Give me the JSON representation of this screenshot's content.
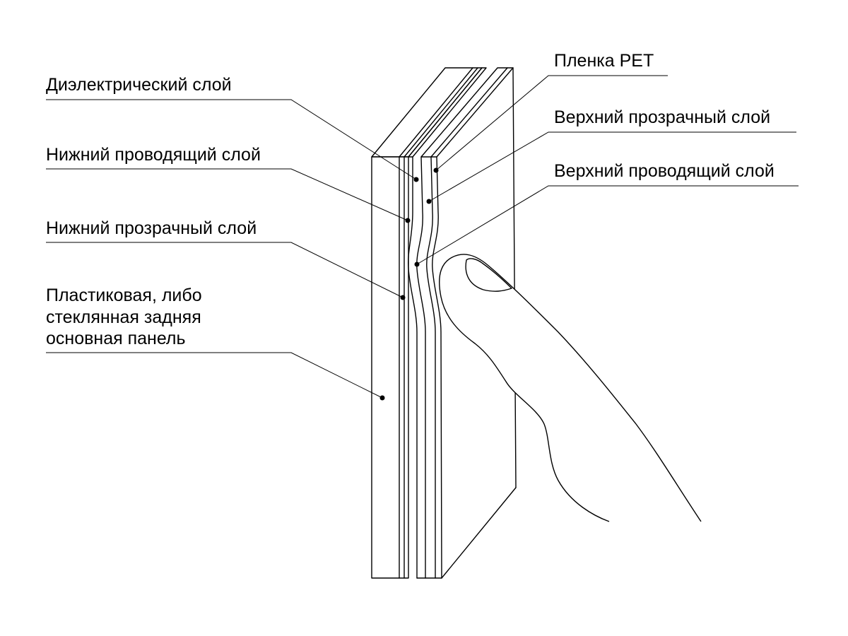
{
  "labels": {
    "dielectric": "Диэлектрический слой",
    "lower_conductive": "Нижний проводящий слой",
    "lower_transparent": "Нижний прозрачный слой",
    "back_panel": [
      "Пластиковая, либо",
      "стеклянная задняя",
      "основная панель"
    ],
    "pet_film": "Пленка PET",
    "upper_transparent": "Верхний прозрачный слой",
    "upper_conductive": "Верхний проводящий слой"
  },
  "colors": {
    "line": "#000000",
    "background": "#ffffff"
  }
}
